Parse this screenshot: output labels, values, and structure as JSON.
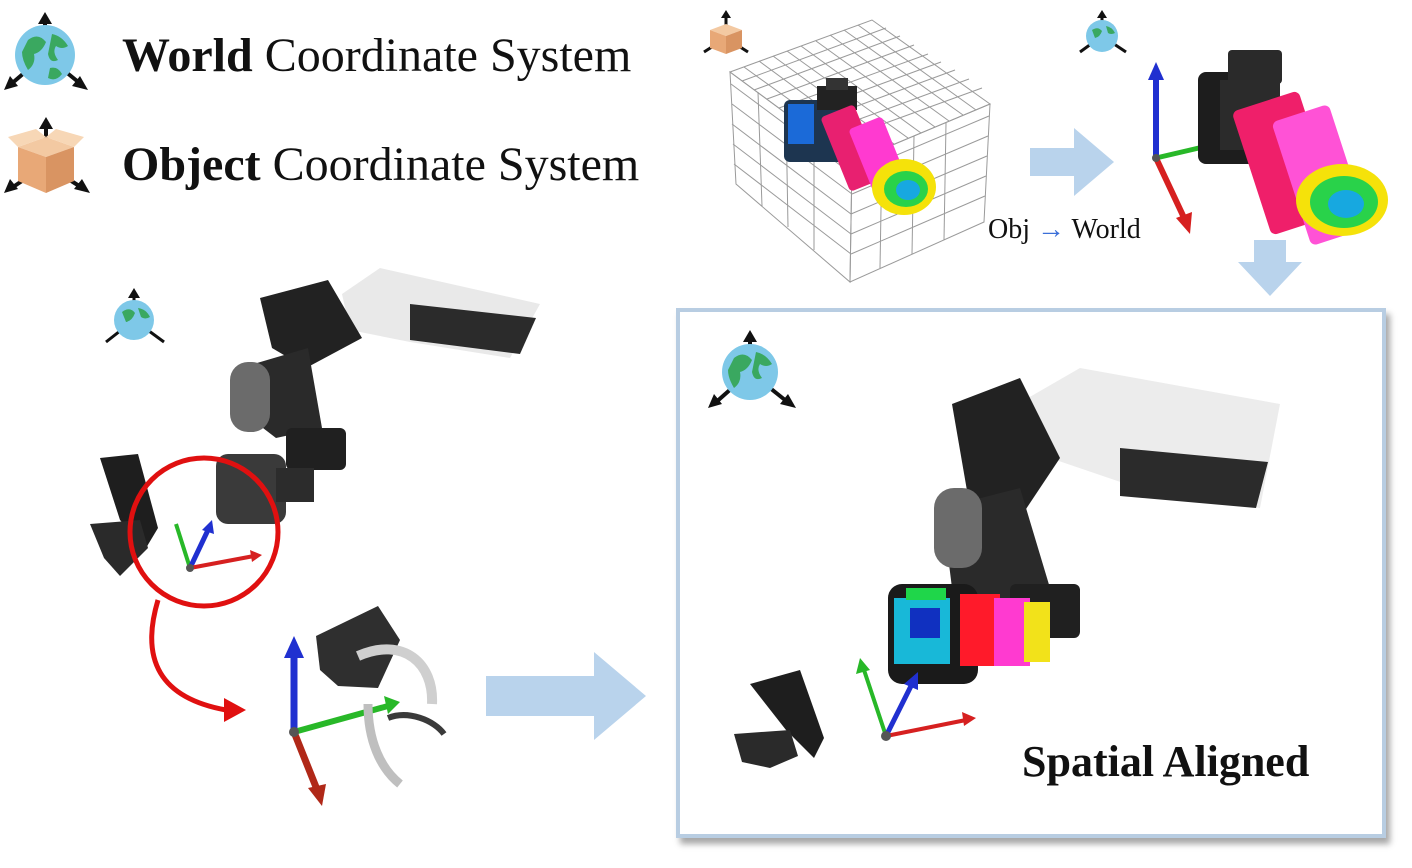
{
  "legend": {
    "world": {
      "bold": "World",
      "rest": " Coordinate System",
      "icon": "globe-axes-icon"
    },
    "object": {
      "bold": "Object",
      "rest": " Coordinate System",
      "icon": "box-axes-icon"
    }
  },
  "transform_caption": {
    "from": "Obj",
    "arrow": "→",
    "to": "World"
  },
  "aligned_panel": {
    "label": "Spatial Aligned"
  },
  "colors": {
    "flow_arrow": "#b9d3ec",
    "highlight_circle": "#e01010",
    "axis_x": "#d62020",
    "axis_y": "#28b828",
    "axis_z": "#2030d0",
    "panel_border": "#b8cde2"
  }
}
